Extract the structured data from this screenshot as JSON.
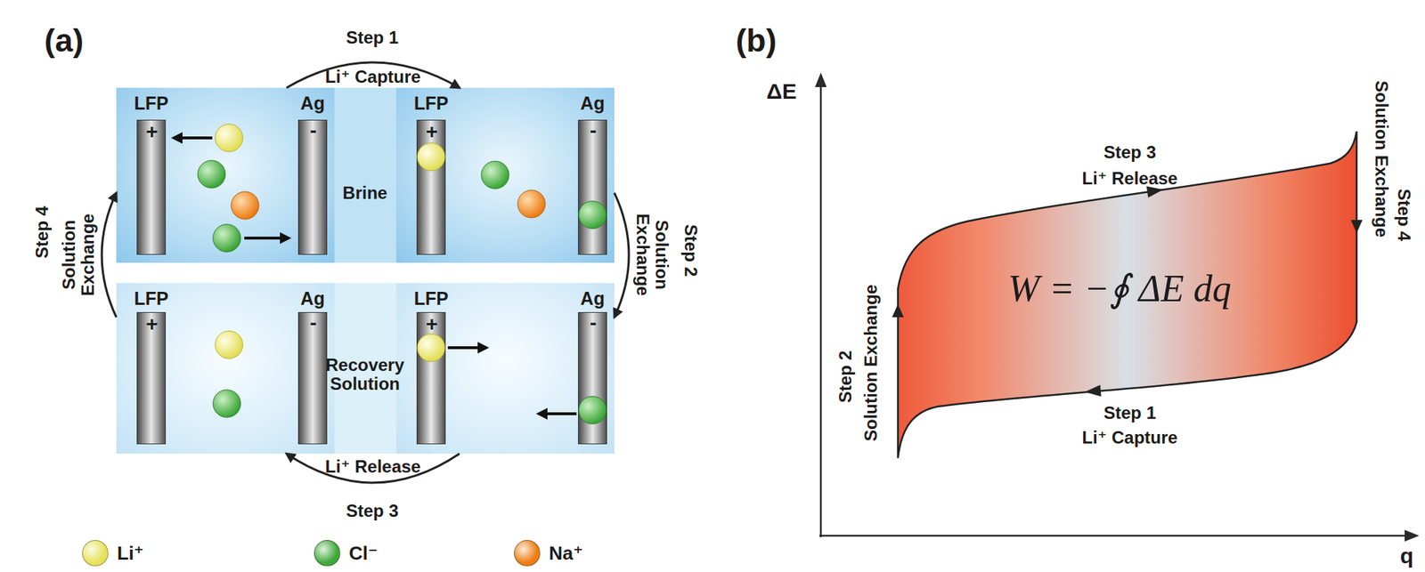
{
  "diagram": {
    "nodes": [
      {
        "text": [
          "LFP",
          "Ag"
        ]
      },
      {
        "text": [
          "+"
        ],
        "in": 0
      },
      {
        "text": [
          "-"
        ],
        "in": 0
      },
      {
        "text": [
          "LFP",
          "Ag"
        ]
      },
      {
        "text": [
          "+"
        ],
        "in": 3
      },
      {
        "text": [
          "-"
        ],
        "in": 3
      },
      {
        "text": [
          "LFP",
          "Ag"
        ]
      },
      {
        "text": [
          "+"
        ],
        "in": 6
      },
      {
        "text": [
          "-"
        ],
        "in": 6
      },
      {
        "text": [
          "LFP",
          "Ag"
        ]
      },
      {
        "text": [
          "+"
        ],
        "in": 9
      },
      {
        "text": [
          "-"
        ],
        "in": 9
      },
      {
        "text": [
          "W = −∮ ΔE dq"
        ]
      }
    ],
    "edges": [
      {
        "from": 0,
        "to": 3,
        "label": "Li⁺ Capture",
        "arrow": "to"
      },
      {
        "from": 3,
        "to": 9,
        "label": "Solution Exchange",
        "arrow": "to"
      },
      {
        "from": 9,
        "to": 6,
        "label": "Li⁺ Release",
        "arrow": "to"
      },
      {
        "from": 6,
        "to": 0,
        "label": "Solution Exchange",
        "arrow": "to"
      }
    ],
    "labels": [
      "(a)",
      "Step 1",
      "Brine",
      "Step 2",
      "Recovery Solution",
      "Step 4",
      "Step 3",
      "(b)",
      "ΔE",
      "Step 3",
      "Li⁺ Release",
      "Step 2",
      "Solution Exchange",
      "Step 4",
      "Solution Exchange",
      "Step 1",
      "Li⁺ Capture",
      "q"
    ],
    "legend": [
      {
        "text": "Li⁺",
        "color": "#e6e25a"
      },
      {
        "text": "Cl⁻",
        "color": "#3fa83a"
      },
      {
        "text": "Na⁺",
        "color": "#ee7d12"
      }
    ]
  }
}
